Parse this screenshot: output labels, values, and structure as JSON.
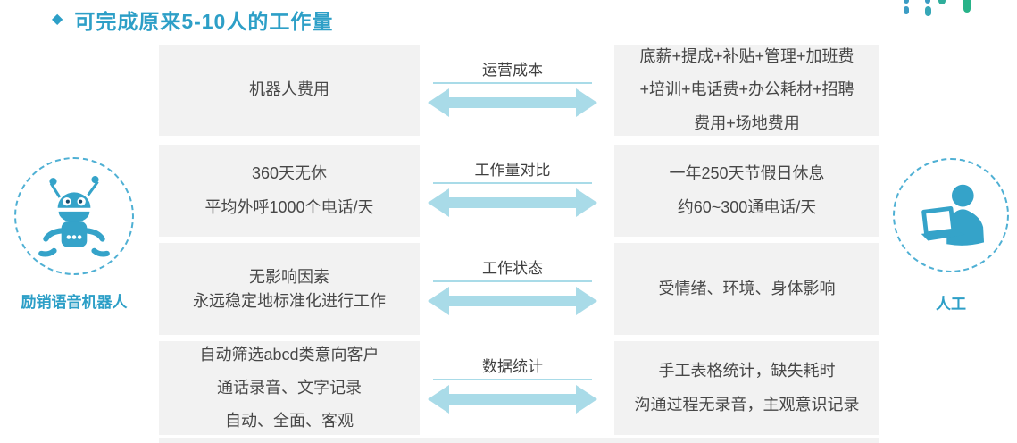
{
  "title": {
    "bullet": "◆",
    "text": "可完成原来5-10人的工作量"
  },
  "left_actor": {
    "icon": "robot-icon",
    "label": "励销语音机器人"
  },
  "right_actor": {
    "icon": "person-laptop-icon",
    "label": "人工"
  },
  "rows": [
    {
      "label": "运营成本",
      "left_lines": [
        "机器人费用"
      ],
      "right_lines": [
        "底薪+提成+补贴+管理+加班费",
        "+培训+电话费+办公耗材+招聘",
        "费用+场地费用"
      ]
    },
    {
      "label": "工作量对比",
      "left_lines": [
        "360天无休",
        "平均外呼1000个电话/天"
      ],
      "right_lines": [
        "一年250天节假日休息",
        "约60~300通电话/天"
      ]
    },
    {
      "label": "工作状态",
      "left_lines": [
        "无影响因素",
        "永远稳定地标准化进行工作"
      ],
      "right_lines": [
        "受情绪、环境、身体影响"
      ]
    },
    {
      "label": "数据统计",
      "left_lines": [
        "自动筛选abcd类意向客户",
        "通话录音、文字记录",
        "自动、全面、客观"
      ],
      "right_lines": [
        "手工表格统计，缺失耗时",
        "沟通过程无录音，主观意识记录"
      ]
    }
  ],
  "icons": [
    "diamond-bullet-icon",
    "voice-wave-logo-icon",
    "robot-icon",
    "person-laptop-icon",
    "double-arrow-icon"
  ],
  "colors": {
    "accent_teal": "#2d9fc7",
    "icon_teal": "#35a3c9",
    "arrow_blue": "#a9dbe8",
    "box_bg": "#f2f2f2",
    "box_text": "#474747",
    "logo_blue": "#3b9cc4",
    "logo_green": "#28b389"
  }
}
